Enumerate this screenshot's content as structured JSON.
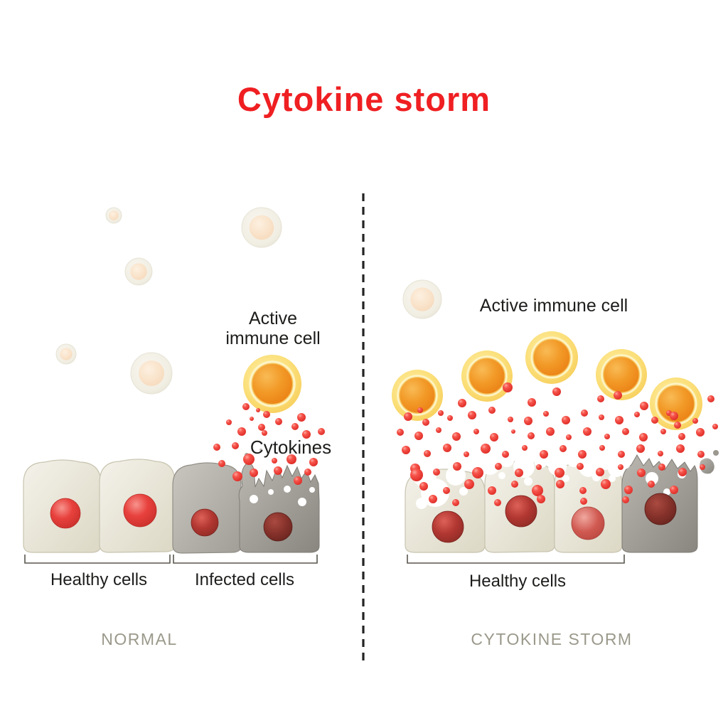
{
  "title": {
    "text": "Cytokine storm"
  },
  "labels": {
    "active_left_line1": "Active",
    "active_left_line2": "immune cell",
    "active_right": "Active immune cell",
    "cytokines": "Cytokines",
    "healthy_left": "Healthy cells",
    "infected_left": "Infected cells",
    "healthy_right": "Healthy cells"
  },
  "captions": {
    "left": "NORMAL",
    "right": "CYTOKINE STORM"
  },
  "colors": {
    "title_red": "#ef1f22",
    "caption_gray": "#9b998b",
    "label_black": "#1d1d1b",
    "cytokine_red": "#f2413a",
    "active_cell_orange": "#ef8c19",
    "halo_yellow": "#fbdf7a",
    "healthy_cell_cream": "#ece9dc",
    "infected_cell_gray": "#a3a099",
    "nucleus_red": "#d73833",
    "divider_black": "#232323"
  },
  "graphics": {
    "inactive_immune_cells": [
      [
        160,
        303,
        11
      ],
      [
        195,
        382,
        19
      ],
      [
        368,
        320,
        28
      ],
      [
        93,
        498,
        14
      ],
      [
        213,
        525,
        29
      ],
      [
        594,
        421,
        27
      ]
    ],
    "active_immune_cells_left": [
      [
        383,
        540,
        41
      ]
    ],
    "active_immune_cells_right": [
      [
        587,
        556,
        36
      ],
      [
        685,
        529,
        36
      ],
      [
        776,
        503,
        37
      ],
      [
        874,
        527,
        36
      ],
      [
        951,
        568,
        37
      ]
    ],
    "cytokines_left": [
      [
        346,
        572,
        5
      ],
      [
        322,
        594,
        4
      ],
      [
        354,
        589,
        3
      ],
      [
        375,
        583,
        5
      ],
      [
        340,
        607,
        6
      ],
      [
        368,
        601,
        5
      ],
      [
        392,
        593,
        5
      ],
      [
        424,
        587,
        6
      ],
      [
        331,
        627,
        5
      ],
      [
        305,
        629,
        5
      ],
      [
        431,
        611,
        6
      ],
      [
        350,
        646,
        8
      ],
      [
        410,
        646,
        7
      ],
      [
        391,
        662,
        6
      ],
      [
        441,
        650,
        6
      ],
      [
        312,
        652,
        5
      ],
      [
        433,
        664,
        5
      ],
      [
        372,
        609,
        4
      ],
      [
        415,
        600,
        5
      ],
      [
        386,
        648,
        4
      ],
      [
        357,
        665,
        6
      ],
      [
        334,
        670,
        7
      ],
      [
        419,
        676,
        6
      ],
      [
        452,
        607,
        5
      ],
      [
        363,
        577,
        3
      ]
    ],
    "cytokines_right": [
      [
        714,
        545,
        7
      ],
      [
        783,
        551,
        6
      ],
      [
        845,
        561,
        5
      ],
      [
        650,
        567,
        6
      ],
      [
        620,
        581,
        4
      ],
      [
        748,
        566,
        6
      ],
      [
        869,
        556,
        6
      ],
      [
        906,
        571,
        6
      ],
      [
        1000,
        561,
        5
      ],
      [
        591,
        577,
        4
      ],
      [
        941,
        581,
        4
      ],
      [
        953,
        598,
        5
      ],
      [
        574,
        586,
        6
      ],
      [
        599,
        594,
        5
      ],
      [
        633,
        588,
        4
      ],
      [
        664,
        584,
        6
      ],
      [
        692,
        577,
        5
      ],
      [
        718,
        590,
        4
      ],
      [
        743,
        592,
        6
      ],
      [
        768,
        582,
        4
      ],
      [
        796,
        591,
        6
      ],
      [
        822,
        581,
        5
      ],
      [
        846,
        587,
        4
      ],
      [
        871,
        591,
        6
      ],
      [
        896,
        583,
        4
      ],
      [
        921,
        591,
        5
      ],
      [
        948,
        585,
        6
      ],
      [
        978,
        592,
        4
      ],
      [
        563,
        608,
        5
      ],
      [
        589,
        613,
        6
      ],
      [
        617,
        605,
        4
      ],
      [
        642,
        614,
        6
      ],
      [
        670,
        607,
        4
      ],
      [
        695,
        615,
        6
      ],
      [
        722,
        607,
        3
      ],
      [
        747,
        613,
        5
      ],
      [
        774,
        607,
        6
      ],
      [
        800,
        615,
        4
      ],
      [
        826,
        607,
        6
      ],
      [
        854,
        614,
        4
      ],
      [
        880,
        607,
        5
      ],
      [
        905,
        615,
        6
      ],
      [
        933,
        607,
        4
      ],
      [
        959,
        614,
        5
      ],
      [
        985,
        608,
        6
      ],
      [
        1006,
        600,
        4
      ],
      [
        571,
        633,
        6
      ],
      [
        601,
        638,
        5
      ],
      [
        629,
        630,
        6
      ],
      [
        656,
        639,
        4
      ],
      [
        683,
        631,
        7
      ],
      [
        711,
        639,
        5
      ],
      [
        738,
        630,
        4
      ],
      [
        765,
        639,
        6
      ],
      [
        792,
        631,
        5
      ],
      [
        819,
        639,
        6
      ],
      [
        847,
        630,
        4
      ],
      [
        874,
        639,
        5
      ],
      [
        901,
        631,
        6
      ],
      [
        929,
        638,
        4
      ],
      [
        957,
        631,
        6
      ],
      [
        986,
        639,
        5
      ],
      [
        584,
        659,
        7
      ],
      [
        614,
        664,
        5
      ],
      [
        643,
        656,
        6
      ],
      [
        672,
        665,
        8
      ],
      [
        701,
        656,
        5
      ],
      [
        730,
        665,
        6
      ],
      [
        758,
        657,
        4
      ],
      [
        787,
        665,
        7
      ],
      [
        816,
        656,
        5
      ],
      [
        844,
        664,
        6
      ],
      [
        873,
        657,
        4
      ],
      [
        902,
        665,
        6
      ],
      [
        931,
        657,
        5
      ],
      [
        960,
        664,
        6
      ],
      [
        988,
        657,
        4
      ],
      [
        596,
        684,
        6
      ],
      [
        628,
        690,
        5
      ],
      [
        660,
        681,
        7
      ],
      [
        692,
        690,
        6
      ],
      [
        724,
        681,
        5
      ],
      [
        756,
        690,
        8
      ],
      [
        788,
        681,
        6
      ],
      [
        820,
        690,
        5
      ],
      [
        852,
        681,
        7
      ],
      [
        884,
        689,
        6
      ],
      [
        916,
        681,
        5
      ],
      [
        948,
        689,
        6
      ],
      [
        609,
        702,
        6
      ],
      [
        586,
        668,
        9
      ],
      [
        641,
        707,
        5
      ],
      [
        700,
        707,
        5
      ],
      [
        761,
        702,
        6
      ],
      [
        821,
        705,
        5
      ],
      [
        880,
        703,
        5
      ]
    ]
  }
}
